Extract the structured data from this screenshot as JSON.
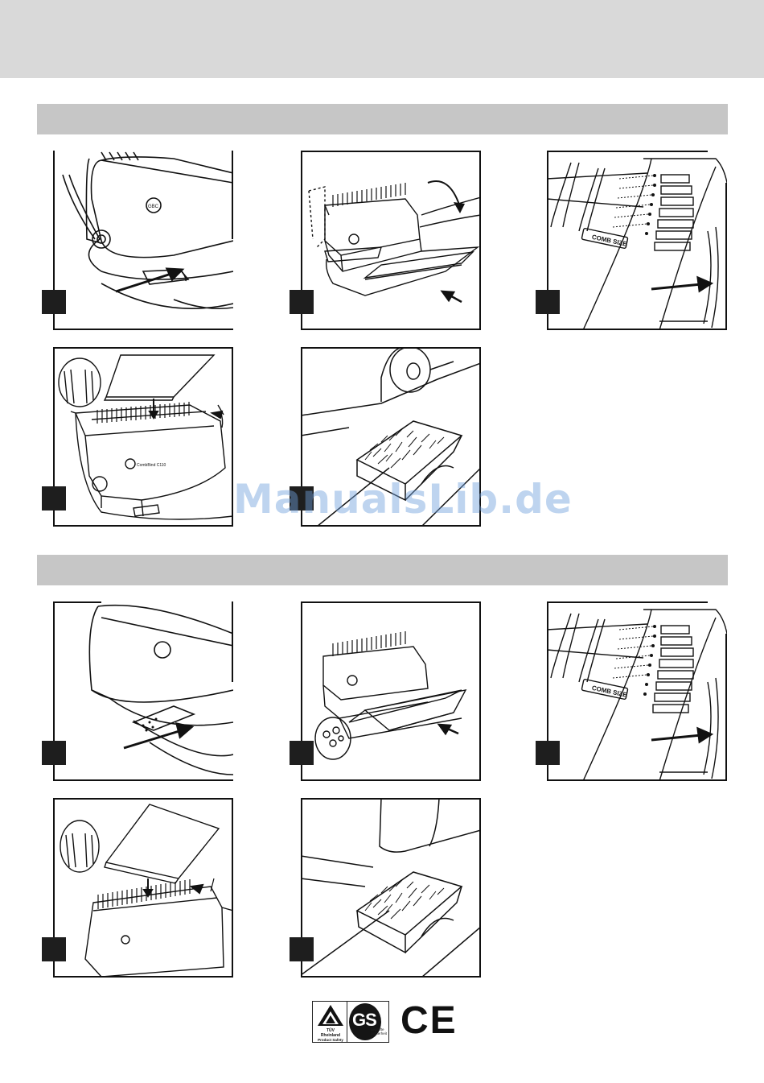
{
  "watermark": {
    "text": "ManualsLib.de"
  },
  "certifications": {
    "tuv_line1": "TÜV",
    "tuv_line2": "Rheinland",
    "tuv_line3": "Product Safety",
    "gs_label": "GS",
    "gs_sub": "geprüfte Sicherheit",
    "ce_label": "CE"
  },
  "labels": {
    "comb_size_1": "COMB SIZE",
    "comb_size_2": "COMB SIZE",
    "brand_logo": "GBC",
    "model_name": "CombBind C110"
  },
  "colors": {
    "top_band": "#d9d9d9",
    "section_bar": "#c6c6c6",
    "step_square": "#1e1e1e"
  }
}
